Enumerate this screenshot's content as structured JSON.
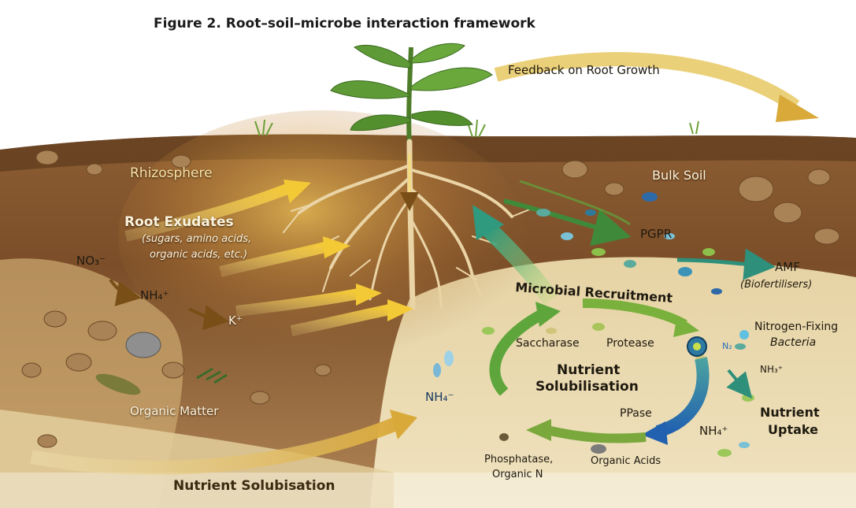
{
  "figure": {
    "title": "Figure 2. Root–soil–microbe interaction framework"
  },
  "labels": {
    "feedback": "Feedback on Root Growth",
    "rhizosphere": "Rhizosphere",
    "bulk_soil": "Bulk Soil",
    "root_exudates": "Root Exudates",
    "exudates_detail_1": "(sugars, amino acids,",
    "exudates_detail_2": "organic acids, etc.)",
    "no3": "NO₃⁻",
    "nh4_left": "NH₄⁺",
    "k": "K⁺",
    "pgpr": "PGPR",
    "amf": "AMF",
    "biofertilisers": "(Biofertilisers)",
    "microbial_recruitment": "Microbial Recruitment",
    "nitrogen_fixing_1": "Nitrogen-Fixing",
    "nitrogen_fixing_2": "Bacteria",
    "n2": "N₂",
    "nh3": "NH₃⁺",
    "saccharase": "Saccharase",
    "protease": "Protease",
    "nutrient_solubilisation_center_1": "Nutrient",
    "nutrient_solubilisation_center_2": "Solubilisation",
    "nh4_center": "NH₄⁻",
    "ppase": "PPase",
    "nh4_right": "NH₄⁺",
    "nutrient_uptake_1": "Nutrient",
    "nutrient_uptake_2": "Uptake",
    "organic_matter": "Organic Matter",
    "phosphatase_1": "Phosphatase,",
    "phosphatase_2": "Organic N",
    "organic_acids": "Organic Acids",
    "nutrient_solubilisation_bottom": "Nutrient Solubisation"
  },
  "colors": {
    "soil_dark": "#6b4423",
    "soil_mid": "#9a6a3a",
    "soil_light": "#dcc48c",
    "sand": "#ecdcb0",
    "root": "#e8cfa0",
    "leaf": "#5e9a35",
    "arrow_yellow": "#f2cf45",
    "arrow_green": "#5ea63c",
    "arrow_teal": "#2e8f7a",
    "arrow_blue": "#2a6db5",
    "arrow_brown": "#7a4e17"
  }
}
